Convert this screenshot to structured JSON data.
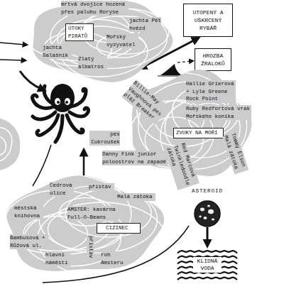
{
  "diagram": {
    "nodes": [
      {
        "text": [
          "ÚTOKY PIRÁTŮ",
          "mrtvá dvojice hozená přes palubu Rorýse",
          "jachta Pět hvězd",
          "Mořský vyzyvatel",
          "jachta Salašník",
          "Zlatý albatros"
        ]
      },
      {
        "text": [
          "UTOPENÝ A UŠKRCENÝ RYBÁŘ"
        ]
      },
      {
        "text": [
          "HROZBA ŽRALOKŮ"
        ]
      },
      {
        "text": [
          "ZVUKY NA MOŘI",
          "Hallie Grierová + Lyle Greene Rock Point",
          "Billie-May Vaughnová pes pláž Breaker",
          "Ruby Redfortová vrak Mořského koníka",
          "pes Cukroušek",
          "Danny Fink junior poloostrov na západě",
          "Red Marcová Twinkledoodle zátoka",
          "Tommy Elson Malá zátoka"
        ]
      },
      {
        "text": [
          "CIZINEC",
          "Cedrová ulice",
          "přístav",
          "Malá zátoka",
          "městská knihovna",
          "AMSTER: kavárna Full-O-Beans",
          "Bambusová + Růžová ul.",
          "hlavní náměstí",
          "přístav",
          "roh Amsteru"
        ]
      },
      {
        "text": [
          "ASTEROID"
        ]
      },
      {
        "text": [
          "KLIDNÁ VODA"
        ]
      }
    ],
    "edges": [
      {
        "from": 0,
        "to": 2,
        "arrow": "to"
      },
      {
        "from": 1,
        "to": 3,
        "arrow": "both"
      },
      {
        "from": 5,
        "to": 6,
        "arrow": "to"
      }
    ]
  }
}
